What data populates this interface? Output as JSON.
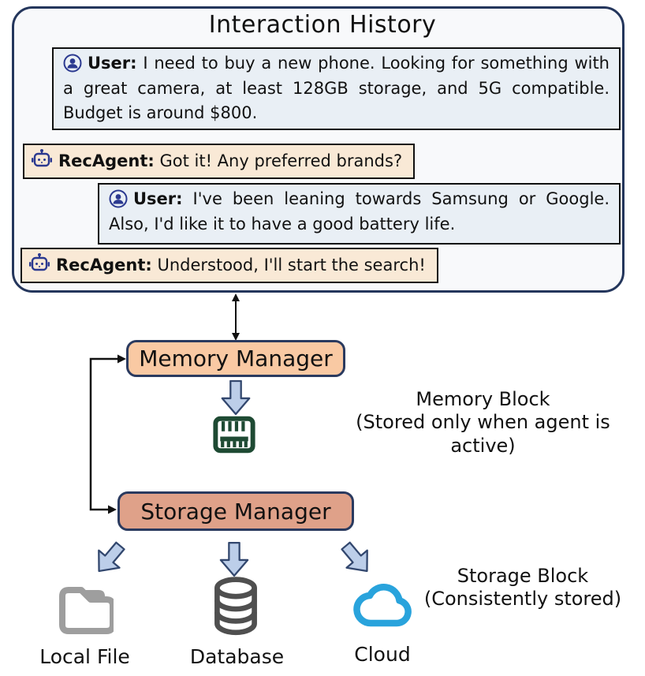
{
  "interaction_history": {
    "title": "Interaction History",
    "messages": [
      {
        "speaker_label": "User:",
        "text": "I need to buy a new phone. Looking for something with a great camera, at least 128GB storage, and 5G compatible. Budget is around $800."
      },
      {
        "speaker_label": "RecAgent:",
        "text": "Got it! Any preferred brands?"
      },
      {
        "speaker_label": "User:",
        "text": "I've been leaning towards Samsung or Google. Also, I'd like it to have a good battery life."
      },
      {
        "speaker_label": "RecAgent:",
        "text": "Understood, I'll start the search!"
      }
    ]
  },
  "managers": {
    "memory_label": "Memory Manager",
    "storage_label": "Storage Manager"
  },
  "memory_block": {
    "title": "Memory Block",
    "subtitle": "(Stored only when agent is active)"
  },
  "storage_block": {
    "title": "Storage Block",
    "subtitle": "(Consistently stored)"
  },
  "storage_targets": [
    {
      "label": "Local File",
      "icon": "folder-icon"
    },
    {
      "label": "Database",
      "icon": "database-icon"
    },
    {
      "label": "Cloud",
      "icon": "cloud-icon"
    }
  ],
  "icons": [
    "user-icon",
    "robot-icon",
    "ram-icon",
    "folder-icon",
    "database-icon",
    "cloud-icon",
    "down-block-arrow-icon",
    "double-arrow-icon",
    "elbow-arrow-icon"
  ],
  "colors": {
    "panel_border": "#24365C",
    "panel_bg": "#F8F9FB",
    "user_msg_bg": "#E9EFF5",
    "agent_msg_bg": "#F9E9D6",
    "memory_manager_bg": "#F9C9A3",
    "storage_manager_bg": "#DFA189",
    "block_arrow_fill": "#BCCEE9",
    "block_arrow_border": "#32476E",
    "ram_green": "#1E4A33",
    "folder_gray": "#9E9E9E",
    "database_gray": "#4F4F4F",
    "cloud_blue": "#29A3DC",
    "avatar_navy": "#2B3990"
  }
}
